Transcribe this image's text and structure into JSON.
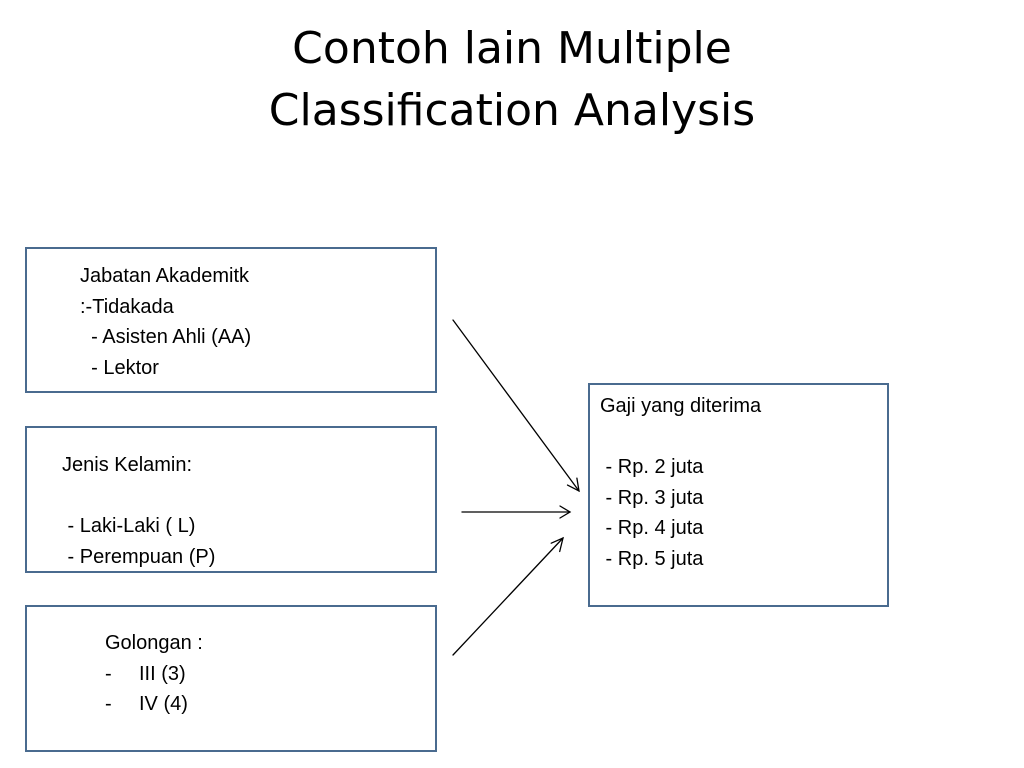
{
  "title": {
    "line1": "Contoh lain Multiple",
    "line2": "Classification Analysis"
  },
  "boxes": {
    "jabatan": {
      "lines": [
        "Jabatan Akademitk",
        ":-Tidakada",
        "  - Asisten Ahli (AA)",
        "  - Lektor"
      ]
    },
    "kelamin": {
      "heading": "Jenis Kelamin:",
      "items": [
        " - Laki-Laki ( L)",
        " - Perempuan (P)"
      ]
    },
    "golongan": {
      "heading": "Golongan :",
      "items": [
        "III (3)",
        "IV (4)"
      ],
      "bullet": "-"
    },
    "gaji": {
      "heading": "Gaji yang diterima",
      "items": [
        " - Rp. 2 juta",
        " - Rp. 3 juta",
        " - Rp. 4 juta",
        " - Rp. 5 juta"
      ]
    }
  },
  "colors": {
    "box_border": "#4a6b8f",
    "arrow": "#000000",
    "text": "#000000"
  }
}
